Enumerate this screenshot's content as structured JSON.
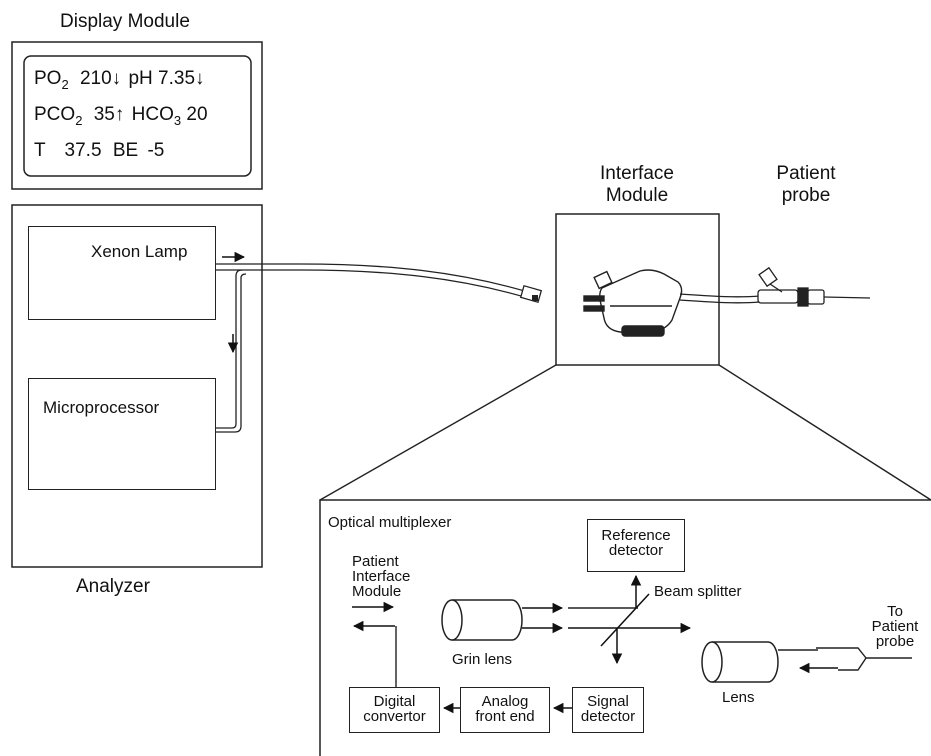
{
  "display_module": {
    "title": "Display Module",
    "row1": {
      "po2_label": "PO",
      "po2_sub": "2",
      "po2_value": "210",
      "po2_arrow": "↓",
      "ph_label": "pH",
      "ph_value": "7.35",
      "ph_arrow": "↓"
    },
    "row2": {
      "pco2_label": "PCO",
      "pco2_sub": "2",
      "pco2_value": "35",
      "pco2_arrow": "↑",
      "hco3_label": "HCO",
      "hco3_sub": "3",
      "hco3_value": "20"
    },
    "row3": {
      "t_label": "T",
      "t_value": "37.5",
      "be_label": "BE",
      "be_value": "-5"
    }
  },
  "analyzer": {
    "label": "Analyzer",
    "xenon_lamp": "Xenon Lamp",
    "microprocessor": "Microprocessor"
  },
  "interface_module": {
    "line1": "Interface",
    "line2": "Module"
  },
  "patient_probe": {
    "line1": "Patient",
    "line2": "probe"
  },
  "optical_multiplexer": {
    "title": "Optical multiplexer",
    "reference_detector": {
      "line1": "Reference",
      "line2": "detector"
    },
    "beam_splitter": "Beam splitter",
    "patient_interface_module": {
      "line1": "Patient",
      "line2": "Interface",
      "line3": "Module"
    },
    "to_patient_probe": {
      "line1": "To",
      "line2": "Patient",
      "line3": "probe"
    },
    "grin_lens": "Grin lens",
    "lens": "Lens",
    "digital_convertor": {
      "line1": "Digital",
      "line2": "convertor"
    },
    "analog_front_end": {
      "line1": "Analog",
      "line2": "front end"
    },
    "signal_detector": {
      "line1": "Signal",
      "line2": "detector"
    }
  }
}
